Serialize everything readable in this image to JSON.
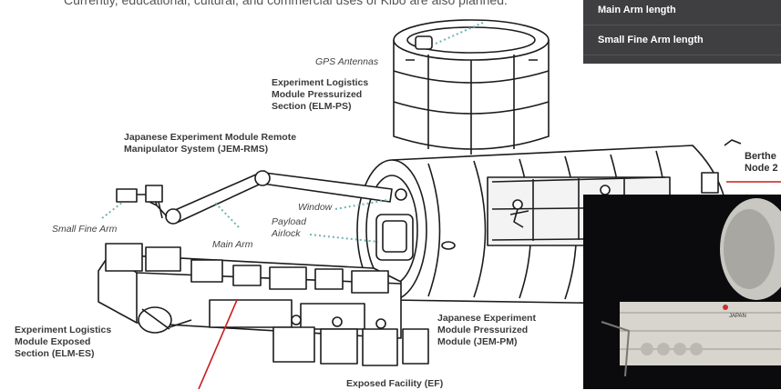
{
  "intro_text": "Currently, educational, cultural, and commercial uses of Kibo are also planned.",
  "panel": {
    "rows": [
      "Main Arm length",
      "Small Fine Arm length"
    ]
  },
  "labels": {
    "gps": "GPS Antennas",
    "elm_ps": [
      "Experiment Logistics",
      "Module Pressurized",
      "Section (ELM-PS)"
    ],
    "jem_rms": [
      "Japanese Experiment Module Remote",
      "Manipulator System (JEM-RMS)"
    ],
    "window": "Window",
    "payload_airlock": [
      "Payload",
      "Airlock"
    ],
    "small_fine_arm": "Small Fine Arm",
    "main_arm": "Main Arm",
    "elm_es": [
      "Experiment Logistics",
      "Module Exposed",
      "Section (ELM-ES)"
    ],
    "jem_pm": [
      "Japanese Experiment",
      "Module Pressurized",
      "Module (JEM-PM)"
    ],
    "ef": "Exposed Facility (EF)"
  },
  "photo": {
    "label": [
      "Berthe",
      "Node 2"
    ],
    "module_text": "JAPAN"
  },
  "colors": {
    "panel_bg": "#3f3f41",
    "leader_dots": "#6fb3b3",
    "leader_red": "#c81e1e"
  }
}
